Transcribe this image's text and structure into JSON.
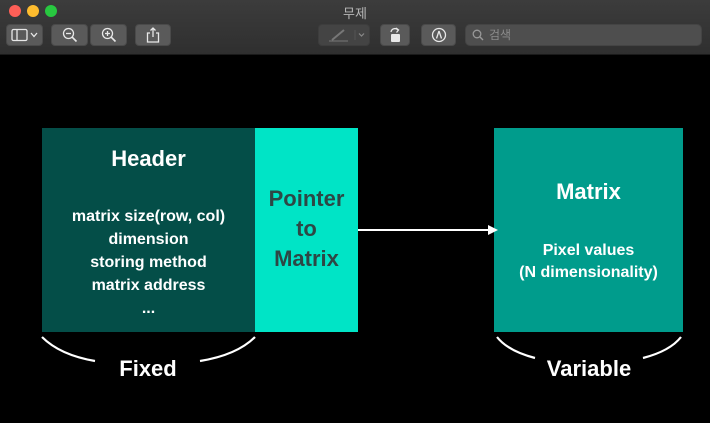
{
  "window": {
    "title": "무제"
  },
  "toolbar": {
    "search_placeholder": "검색",
    "icons": [
      "sidebar-toggle-icon",
      "zoom-out-icon",
      "zoom-in-icon",
      "share-icon",
      "markup-pen-icon",
      "chevron-down-icon",
      "rotate-icon",
      "annotate-icon",
      "search-icon"
    ]
  },
  "diagram": {
    "header": {
      "title": "Header",
      "lines": [
        "matrix size(row, col)",
        "dimension",
        "storing method",
        "matrix address",
        "..."
      ]
    },
    "pointer": {
      "lines": [
        "Pointer",
        "to",
        "Matrix"
      ]
    },
    "matrix": {
      "title": "Matrix",
      "lines": [
        "Pixel values",
        "(N dimensionality)"
      ]
    },
    "fixed_label": "Fixed",
    "variable_label": "Variable",
    "colors": {
      "header_bg": "#044e48",
      "pointer_bg": "#00e4c6",
      "pointer_text": "#2d4745",
      "matrix_bg": "#009c8c",
      "background": "#000000"
    }
  }
}
